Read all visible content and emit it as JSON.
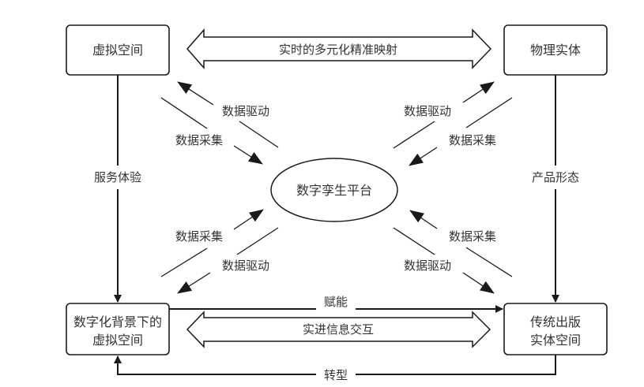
{
  "nodes": {
    "virtual_space": "虚拟空间",
    "physical_entity": "物理实体",
    "digital_twin_platform": "数字孪生平台",
    "digital_virtual_space": [
      "数字化背景下的",
      "虚拟空间"
    ],
    "traditional_publishing": [
      "传统出版",
      "实体空间"
    ]
  },
  "edges": {
    "top_double_arrow": "实时的多元化精准映射",
    "bottom_double_arrow": "实进信息交互",
    "left_vertical": "服务体验",
    "right_vertical": "产品形态",
    "empower": "赋能",
    "transform": "转型",
    "tl_to_center": "数据采集",
    "center_to_tl": "数据驱动",
    "tr_from_center": "数据驱动",
    "tr_to_center": "数据采集",
    "bl_to_center": "数据采集",
    "center_to_bl": "数据驱动",
    "br_to_center": "数据采集",
    "center_to_br": "数据驱动"
  },
  "colors": {
    "stroke": "#1a1a1a",
    "text": "#333333",
    "background": "#ffffff"
  }
}
